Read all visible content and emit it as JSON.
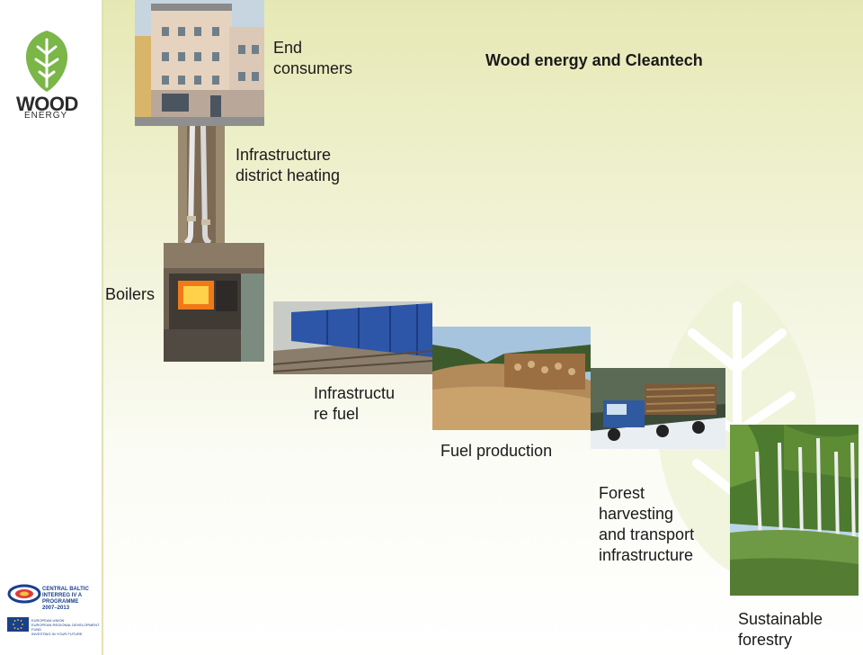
{
  "slide": {
    "title": "Wood energy and Cleantech"
  },
  "logo": {
    "wood": "WOOD",
    "energy": "ENERGY"
  },
  "sponsor": {
    "line1": "CENTRAL BALTIC",
    "line2": "INTERREG IV A",
    "line3": "PROGRAMME",
    "line4": "2007–2013",
    "eu_line1": "EUROPEAN UNION",
    "eu_line2": "EUROPEAN REGIONAL DEVELOPMENT FUND",
    "eu_line3": "INVESTING IN YOUR FUTURE"
  },
  "steps": [
    {
      "line1": "End",
      "line2": "consumers"
    },
    {
      "line1": "Infrastructure",
      "line2": "district heating"
    },
    {
      "line1": "Boilers"
    },
    {
      "line1": "Infrastructu",
      "line2": "re fuel"
    },
    {
      "line1": "Fuel production"
    },
    {
      "line1": "Forest",
      "line2": "harvesting",
      "line3": "and transport",
      "line4": "infrastructure"
    },
    {
      "line1": "Sustainable",
      "line2": "forestry"
    }
  ],
  "colors": {
    "logo_green": "#7ab648",
    "sponsor_blue": "#1a3f8c"
  }
}
